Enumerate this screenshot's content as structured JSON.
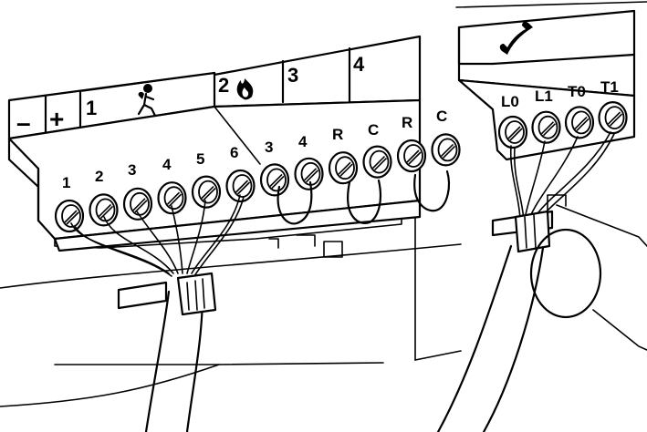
{
  "left_block": {
    "zones": [
      {
        "id": "zone-1",
        "label": "1",
        "icon": "intruder-running-icon"
      },
      {
        "id": "zone-2",
        "label": "2",
        "icon": "fire-icon"
      },
      {
        "id": "zone-3",
        "label": "3"
      },
      {
        "id": "zone-4",
        "label": "4"
      }
    ],
    "power_minus": "–",
    "power_plus": "+",
    "terminals": [
      "1",
      "2",
      "3",
      "4",
      "5",
      "6",
      "3",
      "4",
      "R",
      "C",
      "R",
      "C"
    ]
  },
  "right_block": {
    "icon": "telephone-handset-icon",
    "terminals": [
      "L0",
      "L1",
      "T0",
      "T1"
    ]
  }
}
